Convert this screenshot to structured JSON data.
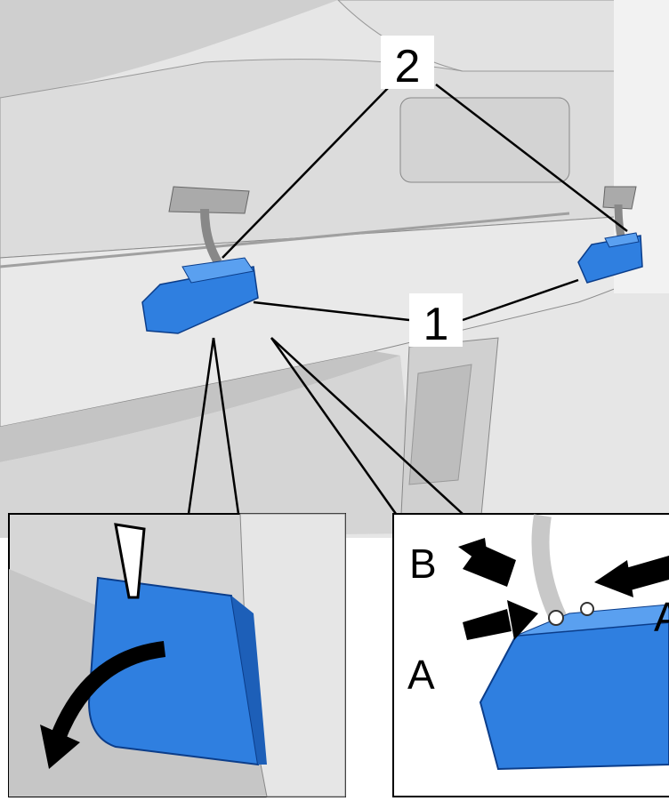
{
  "diagram": {
    "callouts": {
      "part_1": "1",
      "part_2": "2"
    },
    "detail_right": {
      "arrow_a_left": "A",
      "arrow_a_right": "A",
      "arrow_b": "B"
    },
    "colors": {
      "component_blue": "#2f7fe0",
      "panel_gray": "#d9d9d9",
      "background": "#ffffff"
    }
  }
}
